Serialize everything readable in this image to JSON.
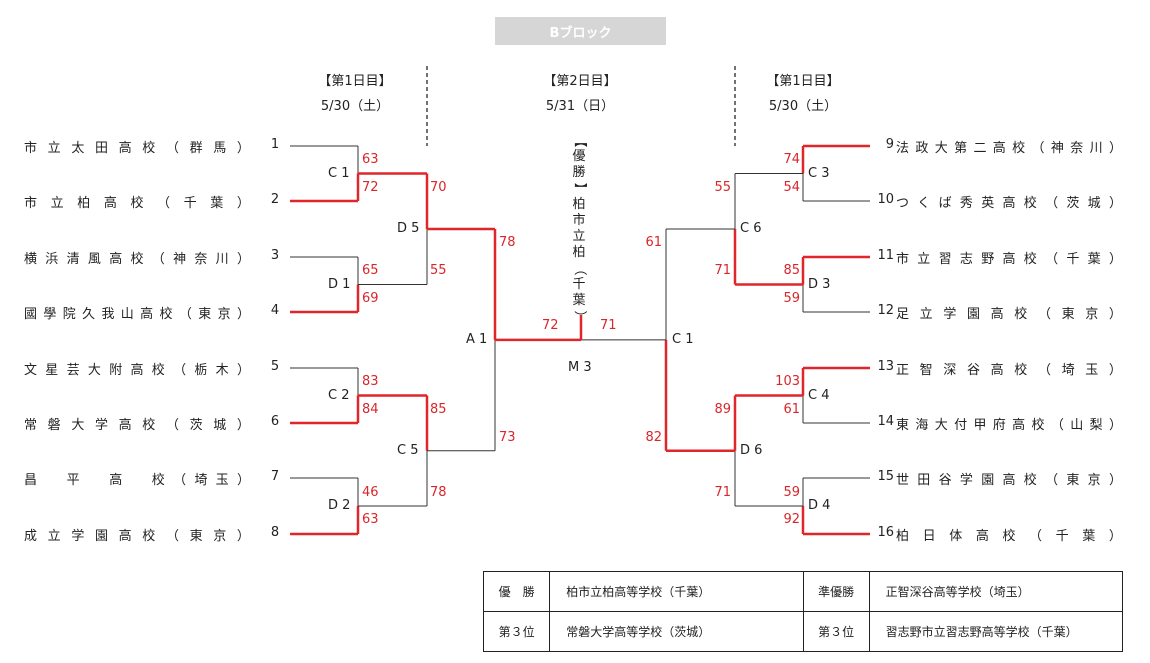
{
  "title": "Bブロック",
  "days": [
    {
      "label": "【第1日目】",
      "date": "5/30（土）"
    },
    {
      "label": "【第2日目】",
      "date": "5/31（日）"
    },
    {
      "label": "【第1日目】",
      "date": "5/30（土）"
    }
  ],
  "champion_vertical": "【優勝】柏市立柏（千葉）",
  "left_teams": [
    {
      "name": "市立太田高校（群馬）",
      "seed": "1"
    },
    {
      "name": "市立柏高校（千葉）",
      "seed": "2"
    },
    {
      "name": "横浜清風高校（神奈川）",
      "seed": "3"
    },
    {
      "name": "國學院久我山高校（東京）",
      "seed": "4"
    },
    {
      "name": "文星芸大附高校（栃木）",
      "seed": "5"
    },
    {
      "name": "常磐大学高校（茨城）",
      "seed": "6"
    },
    {
      "name": "昌　平　高　校（埼玉）",
      "seed": "7"
    },
    {
      "name": "成立学園高校（東京）",
      "seed": "8"
    }
  ],
  "right_teams": [
    {
      "seed": "9",
      "name": "法政大第二高校（神奈川）"
    },
    {
      "seed": "10",
      "name": "つくば秀英高校（茨城）"
    },
    {
      "seed": "11",
      "name": "市立習志野高校（千葉）"
    },
    {
      "seed": "12",
      "name": "足立学園高校（東京）"
    },
    {
      "seed": "13",
      "name": "正智深谷高校（埼玉）"
    },
    {
      "seed": "14",
      "name": "東海大付甲府高校（山梨）"
    },
    {
      "seed": "15",
      "name": "世田谷学園高校（東京）"
    },
    {
      "seed": "16",
      "name": "柏日体高校（千葉）"
    }
  ],
  "games": {
    "C1_left": "C 1",
    "D1": "D 1",
    "C2": "C 2",
    "D2": "D 2",
    "D5": "D 5",
    "C5": "C 5",
    "A1": "A 1",
    "M3": "M 3",
    "C1_right": "C 1",
    "C6": "C 6",
    "D6": "D 6",
    "C3": "C 3",
    "D3": "D 3",
    "C4": "C 4",
    "D4": "D 4"
  },
  "scores": {
    "l1": "63",
    "l2": "72",
    "l3": "65",
    "l4": "69",
    "l5": "83",
    "l6": "84",
    "l7": "46",
    "l8": "63",
    "lD5a": "70",
    "lD5b": "55",
    "lC5a": "85",
    "lC5b": "78",
    "lA1a": "78",
    "lA1b": "73",
    "final_left": "72",
    "final_right": "71",
    "rC1a": "61",
    "rC1b": "82",
    "rC6a": "55",
    "rC6b": "71",
    "rD6a": "89",
    "rD6b": "71",
    "r9": "74",
    "r10": "54",
    "r11": "85",
    "r12": "59",
    "r13": "103",
    "r14": "61",
    "r15": "59",
    "r16": "92"
  },
  "results": [
    {
      "rank": "優　勝",
      "school": "柏市立柏高等学校（千葉）",
      "rank2": "準優勝",
      "school2": "正智深谷高等学校（埼玉）"
    },
    {
      "rank": "第３位",
      "school": "常磐大学高等学校（茨城）",
      "rank2": "第３位",
      "school2": "習志野市立習志野高等学校（千葉）"
    }
  ],
  "colors": {
    "win": "#e0262b",
    "line": "#333333",
    "score": "#d9262b"
  }
}
